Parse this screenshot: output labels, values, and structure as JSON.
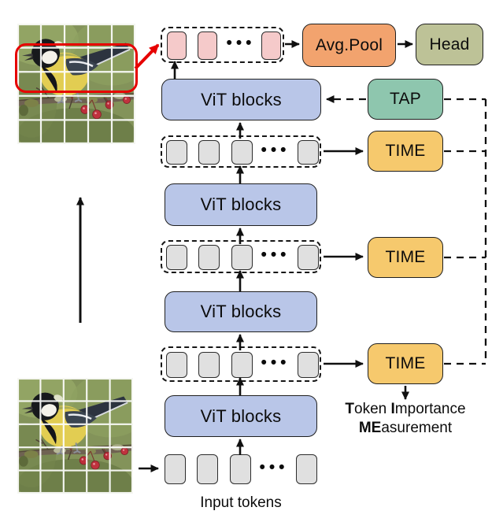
{
  "colors": {
    "vit_fill": "#b9c6e8",
    "tap_fill": "#8ec6ae",
    "time_fill": "#f6c96d",
    "avg_pool_fill": "#f2a36e",
    "head_fill": "#bdc297",
    "pink_token_fill": "#f5caca",
    "gray_token_fill": "#e0e0e0",
    "highlight_red": "#e60000",
    "arrow_black": "#101010"
  },
  "boxes": {
    "vit_label": "ViT blocks",
    "avg_pool_label": "Avg.Pool",
    "head_label": "Head",
    "tap_label": "TAP",
    "time_label": "TIME"
  },
  "tokens": {
    "ellipsis": "•••"
  },
  "labels": {
    "input_tokens": "Input tokens"
  },
  "caption": {
    "word1_bold": "T",
    "word1_rest": "oken",
    "word2_bold": "I",
    "word2_rest": "mportance",
    "word3_bold": "ME",
    "word3_rest": "asurement"
  }
}
